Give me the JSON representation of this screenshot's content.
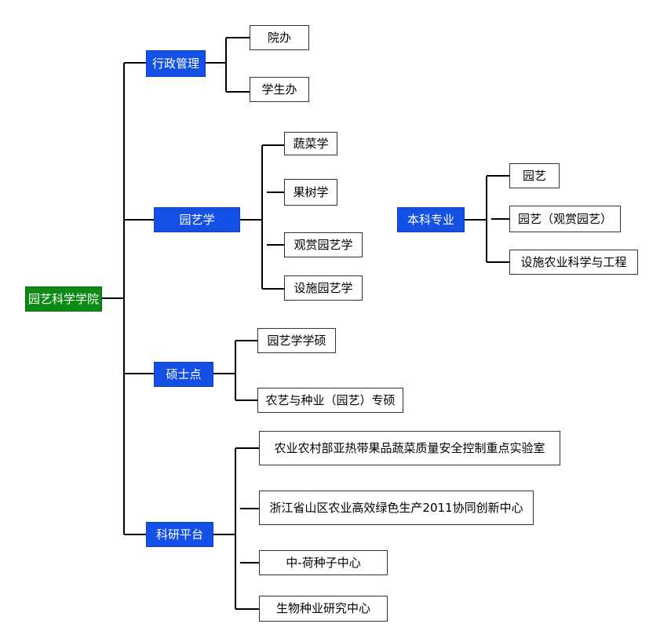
{
  "colors": {
    "root": "#0b8a14",
    "category": "#1450e6",
    "line": "#000000"
  },
  "root": {
    "label": "园艺科学学院"
  },
  "branches": [
    {
      "label": "行政管理",
      "children": [
        "院办",
        "学生办"
      ]
    },
    {
      "label": "园艺学",
      "children": [
        "蔬菜学",
        "果树学",
        "观赏园艺学",
        "设施园艺学"
      ]
    },
    {
      "label": "硕士点",
      "children": [
        "园艺学学硕",
        "农艺与种业（园艺）专硕"
      ]
    },
    {
      "label": "科研平台",
      "children": [
        "农业农村部亚热带果品蔬菜质量安全控制重点实验室",
        "浙江省山区农业高效绿色生产2011协同创新中心",
        "中-荷种子中心",
        "生物种业研究中心"
      ]
    }
  ],
  "standalone": {
    "label": "本科专业",
    "children": [
      "园艺",
      "园艺（观赏园艺）",
      "设施农业科学与工程"
    ]
  }
}
